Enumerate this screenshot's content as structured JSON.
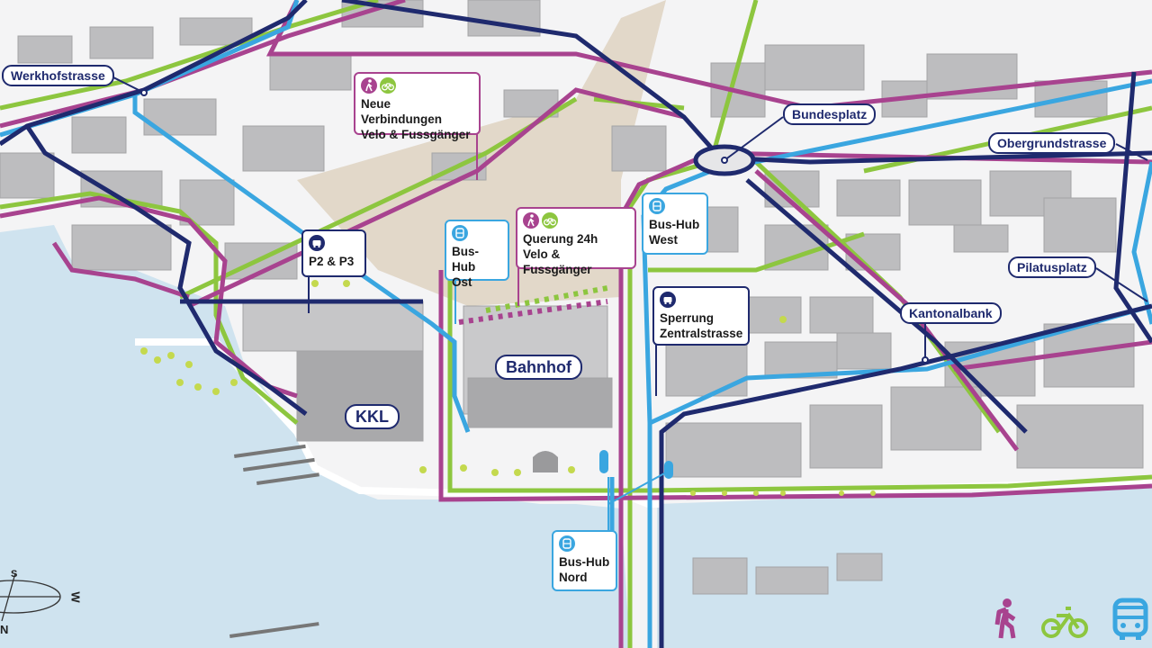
{
  "colors": {
    "pedestrian": "#a8438f",
    "bike": "#8dc63f",
    "bus": "#3aa6e0",
    "car": "#1f2a6e",
    "water": "#cfe3ef",
    "building": "#b9b9bb",
    "construction": "#e2d8c9"
  },
  "street_labels": {
    "werkhofstrasse": "Werkhofstrasse",
    "bundesplatz": "Bundesplatz",
    "obergrundstrasse": "Obergrundstrasse",
    "pilatusplatz": "Pilatusplatz",
    "kantonalbank": "Kantonalbank"
  },
  "landmarks": {
    "bahnhof": "Bahnhof",
    "kkl": "KKL"
  },
  "callouts": {
    "neue_verbindungen": {
      "line1": "Neue Verbindungen",
      "line2": "Velo & Fussgänger",
      "icons": [
        "pedestrian-icon",
        "bike-icon"
      ]
    },
    "p2_p3": {
      "line1": "P2 & P3",
      "icons": [
        "car-icon"
      ]
    },
    "bus_hub_ost": {
      "line1": "Bus-Hub",
      "line2": "Ost",
      "icons": [
        "bus-icon"
      ]
    },
    "querung": {
      "line1": "Querung 24h",
      "line2": "Velo & Fussgänger",
      "icons": [
        "pedestrian-icon",
        "bike-icon"
      ]
    },
    "bus_hub_west": {
      "line1": "Bus-Hub",
      "line2": "West",
      "icons": [
        "bus-icon"
      ]
    },
    "sperrung": {
      "line1": "Sperrung",
      "line2": "Zentralstrasse",
      "icons": [
        "car-icon"
      ]
    },
    "bus_hub_nord": {
      "line1": "Bus-Hub",
      "line2": "Nord",
      "icons": [
        "bus-icon"
      ]
    }
  },
  "compass": {
    "s": "S",
    "n": "N",
    "w": "W"
  },
  "legend": [
    "pedestrian-icon",
    "bike-icon",
    "bus-icon"
  ]
}
